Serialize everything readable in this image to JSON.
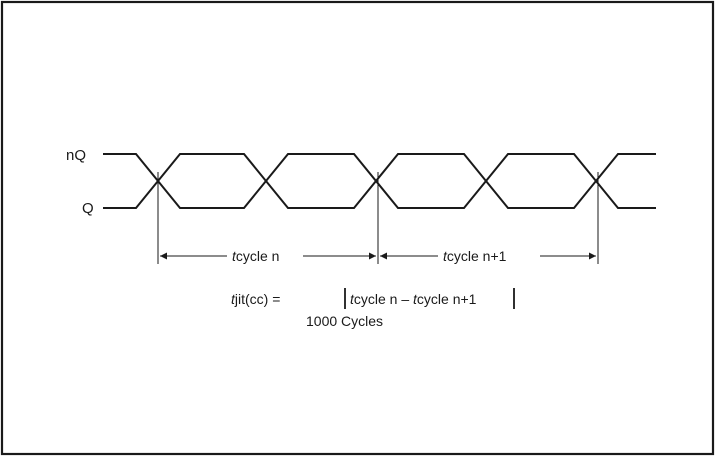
{
  "signals": {
    "top": "nQ",
    "bottom": "Q"
  },
  "periods": [
    {
      "prefix": "t",
      "name": "cycle n"
    },
    {
      "prefix": "t",
      "name": "cycle n+1"
    }
  ],
  "equation": {
    "lhs_prefix": "t",
    "lhs_rest": "jit(cc) = ",
    "term1_prefix": "t",
    "term1_rest": "cycle n – ",
    "term2_prefix": "t",
    "term2_rest": "cycle n+1",
    "note": "1000 Cycles"
  },
  "colors": {
    "stroke": "#1a1a1a",
    "background": "#ffffff"
  }
}
